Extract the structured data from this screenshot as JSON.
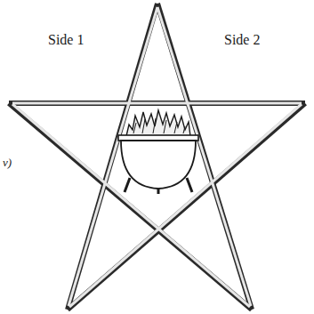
{
  "diagram": {
    "labels": [
      "Side 1",
      "Side 2",
      "v)"
    ]
  }
}
